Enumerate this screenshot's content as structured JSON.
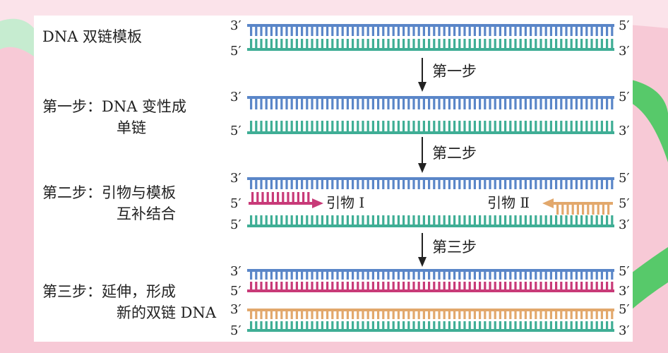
{
  "colors": {
    "blue": "#5a86c8",
    "green": "#3fae95",
    "magenta": "#c83a78",
    "orange": "#e2a86c",
    "background": "#f7c9d6",
    "accent_green": "#57c96a"
  },
  "labels": {
    "template": "DNA 双链模板",
    "step1_line1": "第一步：DNA 变性成",
    "step1_line2": "单链",
    "step2_line1": "第二步：引物与模板",
    "step2_line2": "互补结合",
    "step3_line1": "第三步：延伸，形成",
    "step3_line2": "新的双链 DNA"
  },
  "arrows": {
    "step1": "第一步",
    "step2": "第二步",
    "step3": "第三步"
  },
  "primers": {
    "primer1": "引物 Ⅰ",
    "primer2": "引物 Ⅱ"
  },
  "ends": {
    "three": "3′",
    "five": "5′"
  }
}
